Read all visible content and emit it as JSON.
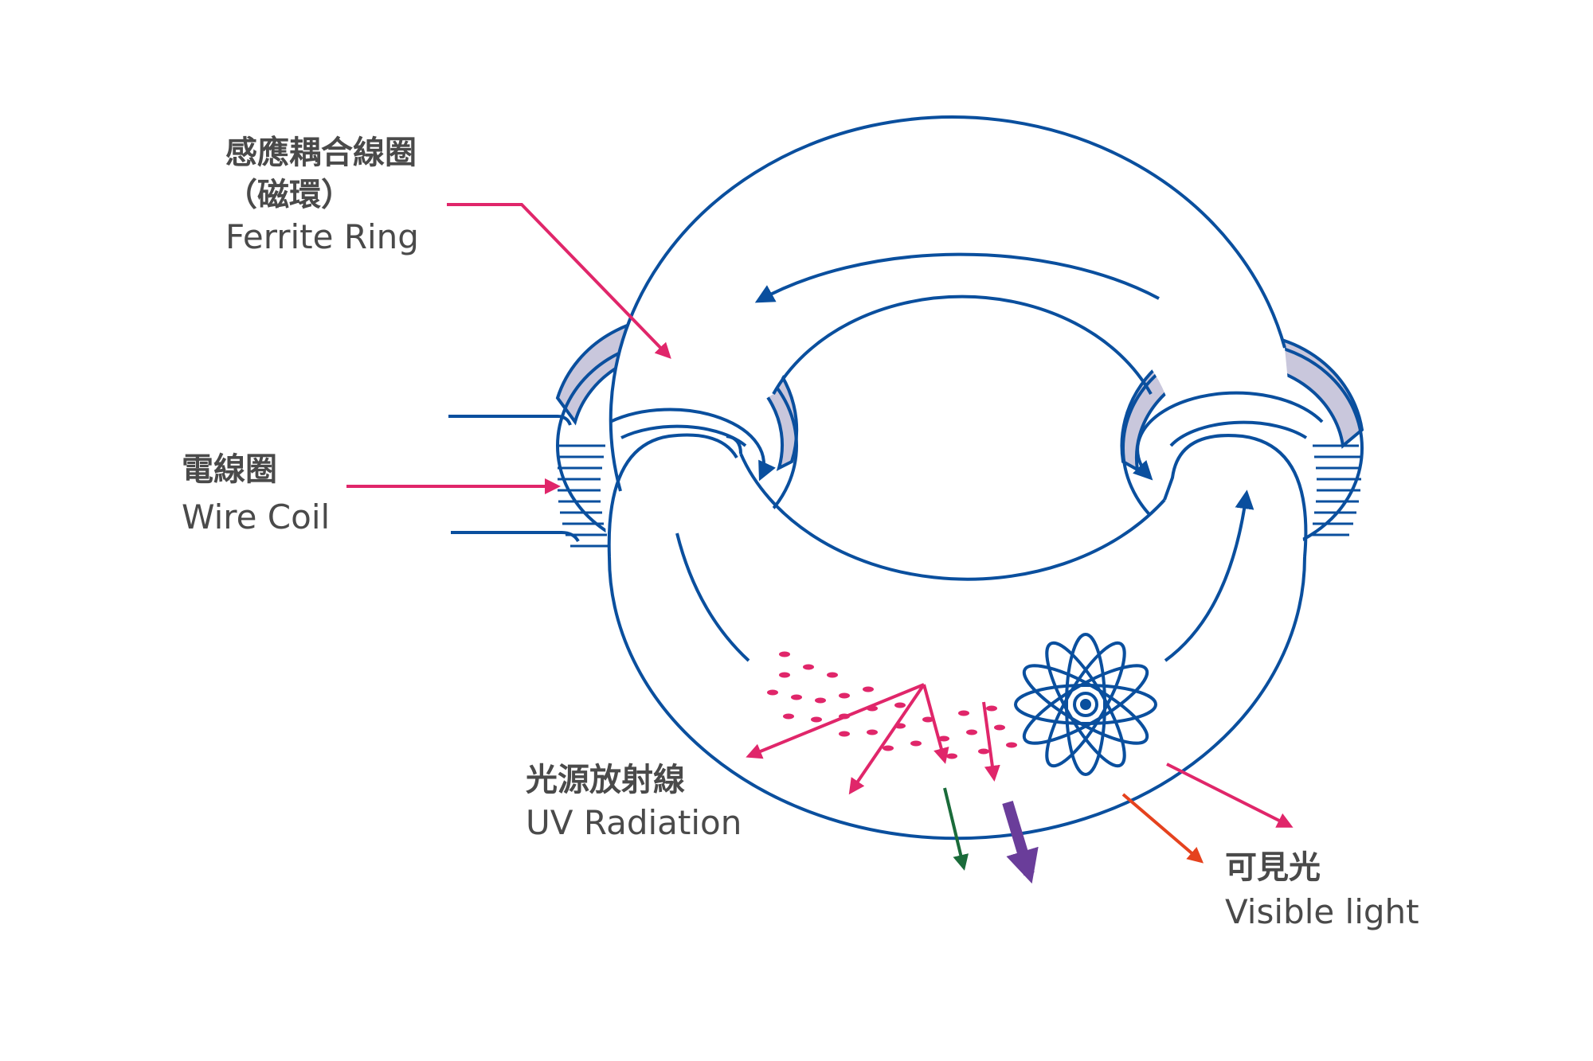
{
  "labels": {
    "ferrite_ring": {
      "zh_line1": "感應耦合線圈",
      "zh_line2": "（磁環）",
      "en": "Ferrite Ring"
    },
    "wire_coil": {
      "zh": "電線圈",
      "en": "Wire Coil"
    },
    "uv_radiation": {
      "zh": "光源放射線",
      "en": "UV Radiation"
    },
    "visible_light": {
      "zh": "可見光",
      "en": "Visible light"
    }
  },
  "colors": {
    "outline": "#0a4f9e",
    "pointer": "#e0266a",
    "ferrite_fill": "#c9c7dc",
    "visible_arrow": "#e5421e",
    "green_arrow": "#1a6b3a",
    "purple_arrow": "#6a3d9a",
    "text": "#4a4a4a"
  }
}
